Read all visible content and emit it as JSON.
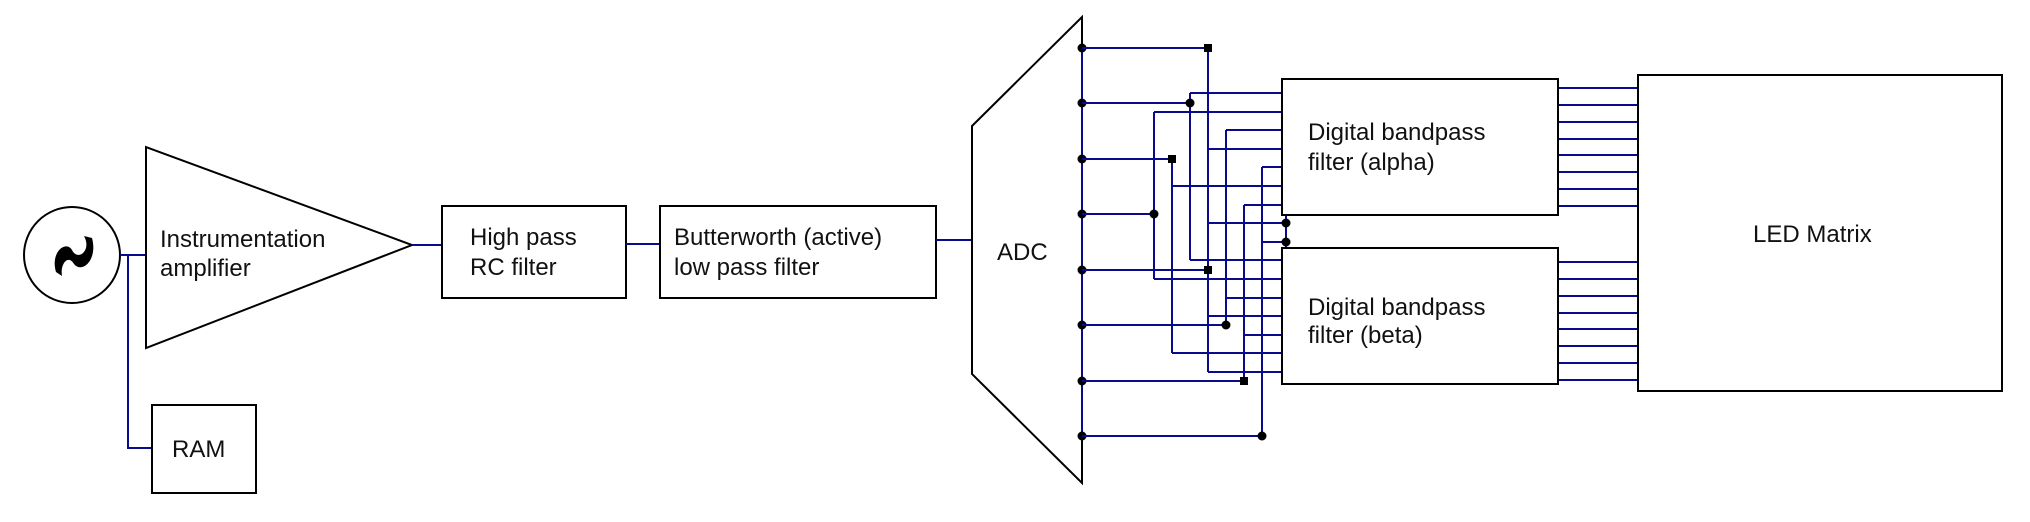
{
  "diagram": {
    "source_symbol": "ac-signal-source-icon",
    "blocks": {
      "amplifier": {
        "line1": "Instrumentation",
        "line2": "amplifier"
      },
      "ram": {
        "label": "RAM"
      },
      "highpass": {
        "line1": "High pass",
        "line2": "RC filter"
      },
      "butterworth": {
        "line1": "Butterworth (active)",
        "line2": "low pass filter"
      },
      "adc": {
        "label": "ADC"
      },
      "alpha": {
        "line1": "Digital bandpass",
        "line2": "filter (alpha)"
      },
      "beta": {
        "line1": "Digital bandpass",
        "line2": "filter (beta)"
      },
      "led": {
        "label": "LED Matrix"
      }
    },
    "adc_output_count": 8,
    "filter_input_count": 16,
    "led_bus_lines_per_filter": 8,
    "colors": {
      "wire": "#0a0a8c",
      "outline": "#000000",
      "background": "#ffffff"
    }
  }
}
